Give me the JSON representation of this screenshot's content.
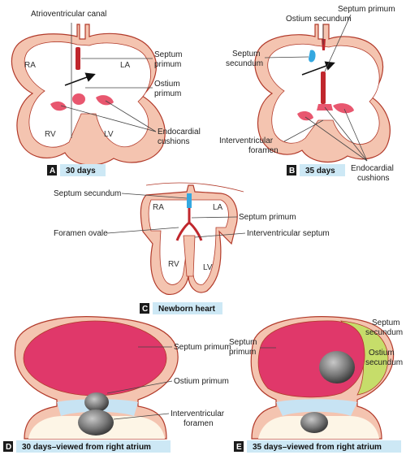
{
  "panels": {
    "a": {
      "letter": "A",
      "caption": "30 days",
      "chambers": {
        "ra": "RA",
        "la": "LA",
        "rv": "RV",
        "lv": "LV"
      },
      "labels": {
        "atrioventricular_canal": "Atrioventricular canal",
        "septum_primum_1": "Septum",
        "septum_primum_2": "primum",
        "ostium_primum_1": "Ostium",
        "ostium_primum_2": "primum",
        "endocardial_cushions_1": "Endocardial",
        "endocardial_cushions_2": "cushions"
      }
    },
    "b": {
      "letter": "B",
      "caption": "35 days",
      "labels": {
        "septum_primum": "Septum primum",
        "ostium_secundum": "Ostium secundum",
        "septum_secundum_1": "Septum",
        "septum_secundum_2": "secundum",
        "interventricular_foramen_1": "Interventricular",
        "interventricular_foramen_2": "foramen",
        "endocardial_cushions_1": "Endocardial",
        "endocardial_cushions_2": "cushions"
      }
    },
    "c": {
      "letter": "C",
      "caption": "Newborn heart",
      "chambers": {
        "ra": "RA",
        "la": "LA",
        "rv": "RV",
        "lv": "LV"
      },
      "labels": {
        "septum_secundum": "Septum secundum",
        "septum_primum": "Septum primum",
        "foramen_ovale": "Foramen ovale",
        "interventricular_septum": "Interventricular septum"
      }
    },
    "d": {
      "letter": "D",
      "caption": "30 days–viewed from right atrium",
      "labels": {
        "septum_primum": "Septum primum",
        "ostium_primum": "Ostium primum",
        "interventricular_foramen_1": "Interventricular",
        "interventricular_foramen_2": "foramen"
      }
    },
    "e": {
      "letter": "E",
      "caption": "35 days–viewed from right atrium",
      "labels": {
        "septum_primum": "Septum",
        "septum_primum_2": "primum",
        "septum_secundum_1": "Septum",
        "septum_secundum_2": "secundum",
        "ostium_secundum_1": "Ostium",
        "ostium_secundum_2": "secundum"
      }
    }
  },
  "colors": {
    "wall_fill": "#f4c4b0",
    "wall_stroke": "#b23a2a",
    "septum_red": "#c0272d",
    "cushion_pink": "#e8576f",
    "septum_secundum_blue": "#35a8e0",
    "septum_primum_magenta": "#e0386a",
    "septum_secundum_green": "#c6dd6a",
    "cushion_light_blue": "#c7e3f3",
    "caption_bg": "#cde8f5",
    "letter_bg": "#1b1b1b"
  }
}
